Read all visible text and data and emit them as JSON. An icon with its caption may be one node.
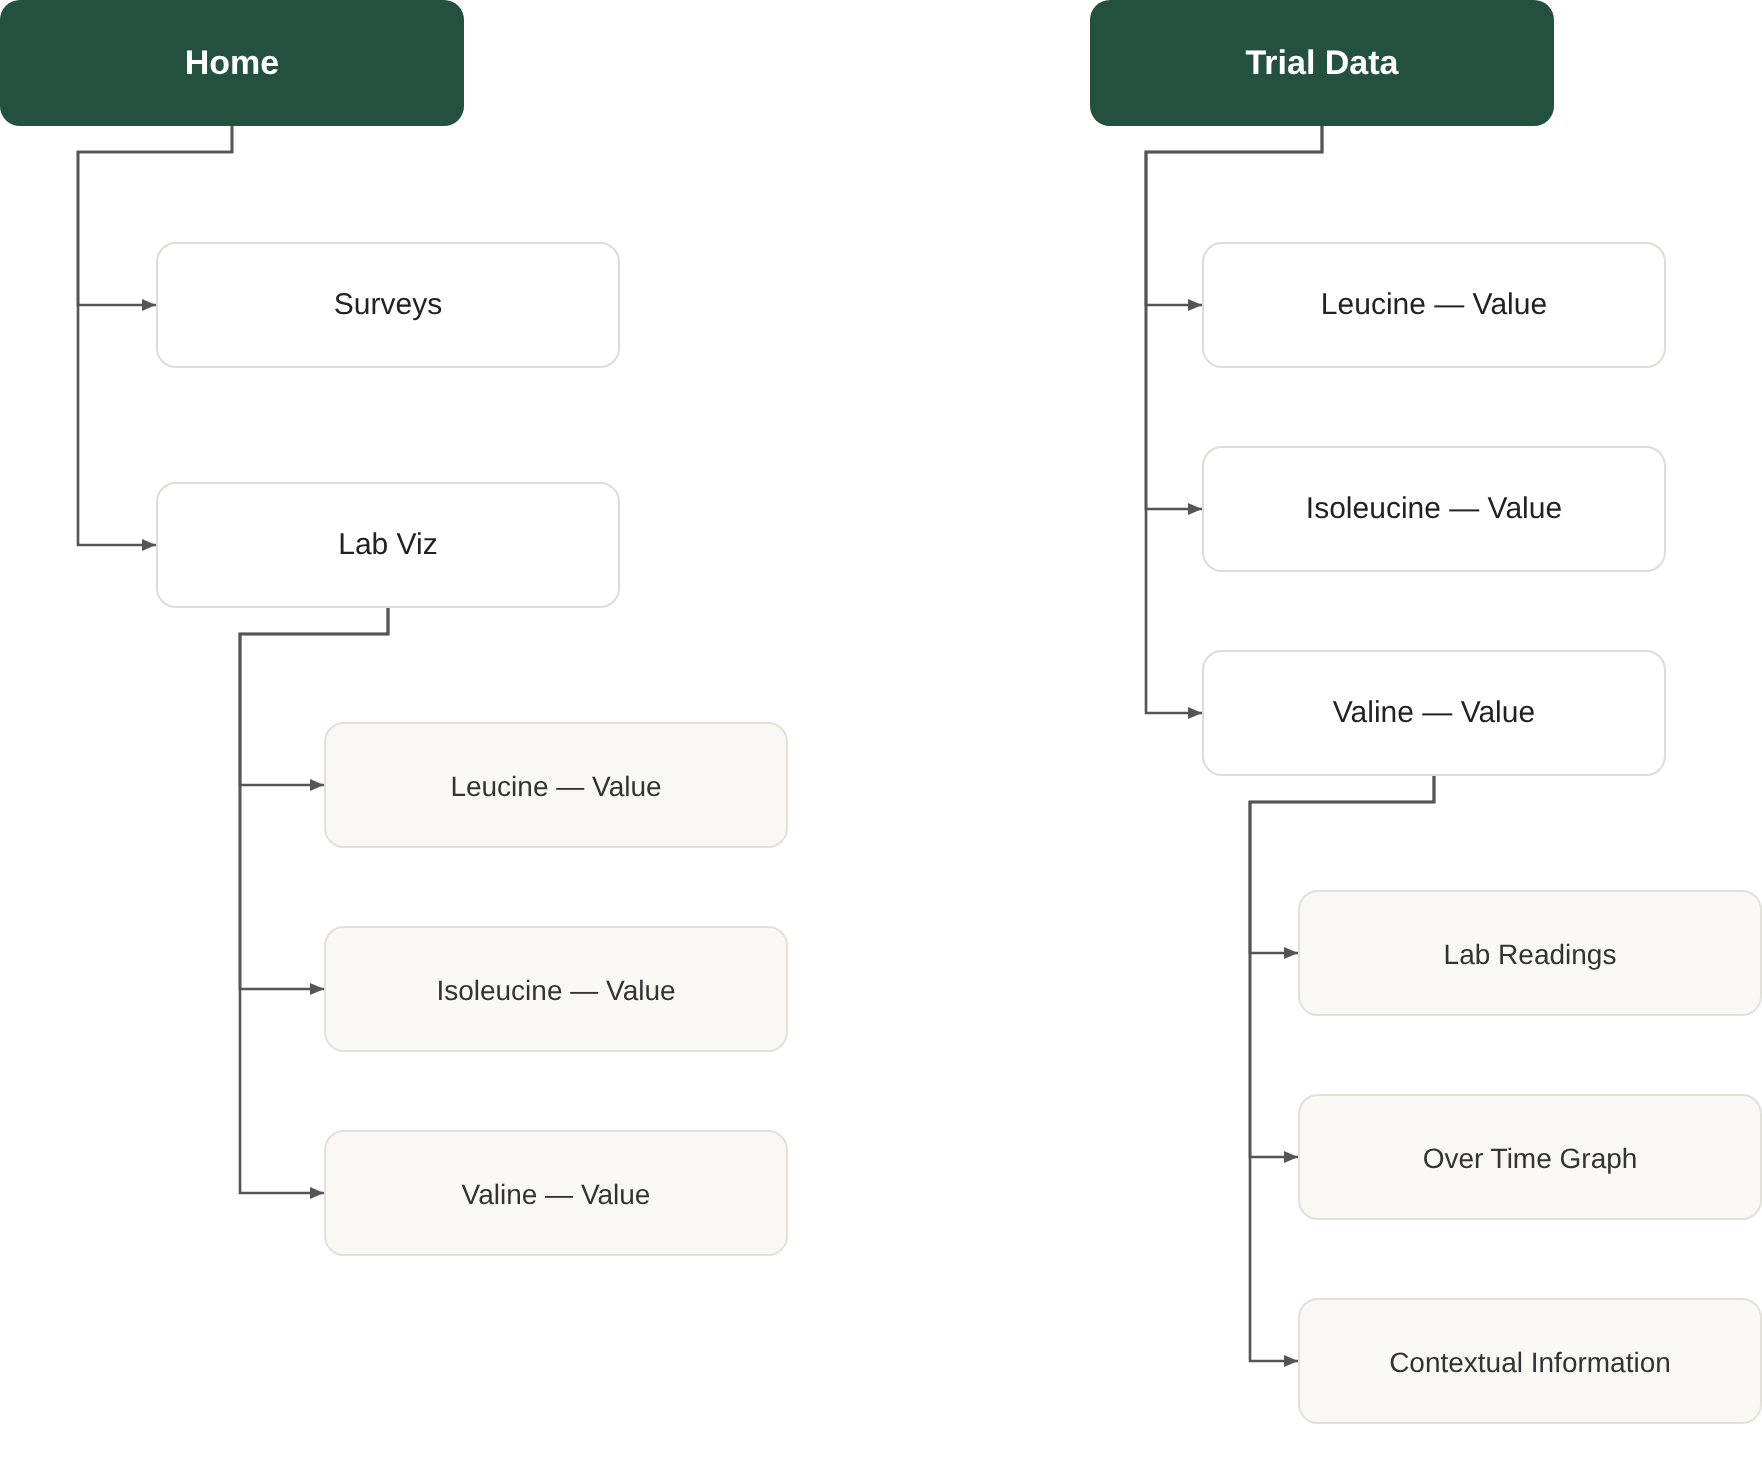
{
  "diagram": {
    "nodes": [
      {
        "text": [
          "Home"
        ]
      },
      {
        "text": [
          "Surveys"
        ]
      },
      {
        "text": [
          "Lab Viz"
        ]
      },
      {
        "text": [
          "Leucine — Value"
        ]
      },
      {
        "text": [
          "Isoleucine — Value"
        ]
      },
      {
        "text": [
          "Valine — Value"
        ]
      },
      {
        "text": [
          "Trial Data"
        ]
      },
      {
        "text": [
          "Leucine — Value"
        ]
      },
      {
        "text": [
          "Isoleucine — Value"
        ]
      },
      {
        "text": [
          "Valine — Value"
        ]
      },
      {
        "text": [
          "Lab Readings"
        ]
      },
      {
        "text": [
          "Over Time Graph"
        ]
      },
      {
        "text": [
          "Contextual Information"
        ]
      }
    ],
    "edges": [
      {
        "from": 0,
        "to": 1,
        "arrow": "to"
      },
      {
        "from": 0,
        "to": 2,
        "arrow": "to"
      },
      {
        "from": 2,
        "to": 3,
        "arrow": "to"
      },
      {
        "from": 2,
        "to": 4,
        "arrow": "to"
      },
      {
        "from": 2,
        "to": 5,
        "arrow": "to"
      },
      {
        "from": 6,
        "to": 7,
        "arrow": "to"
      },
      {
        "from": 6,
        "to": 8,
        "arrow": "to"
      },
      {
        "from": 6,
        "to": 9,
        "arrow": "to"
      },
      {
        "from": 9,
        "to": 10,
        "arrow": "to"
      },
      {
        "from": 9,
        "to": 11,
        "arrow": "to"
      },
      {
        "from": 9,
        "to": 12,
        "arrow": "to"
      }
    ]
  }
}
